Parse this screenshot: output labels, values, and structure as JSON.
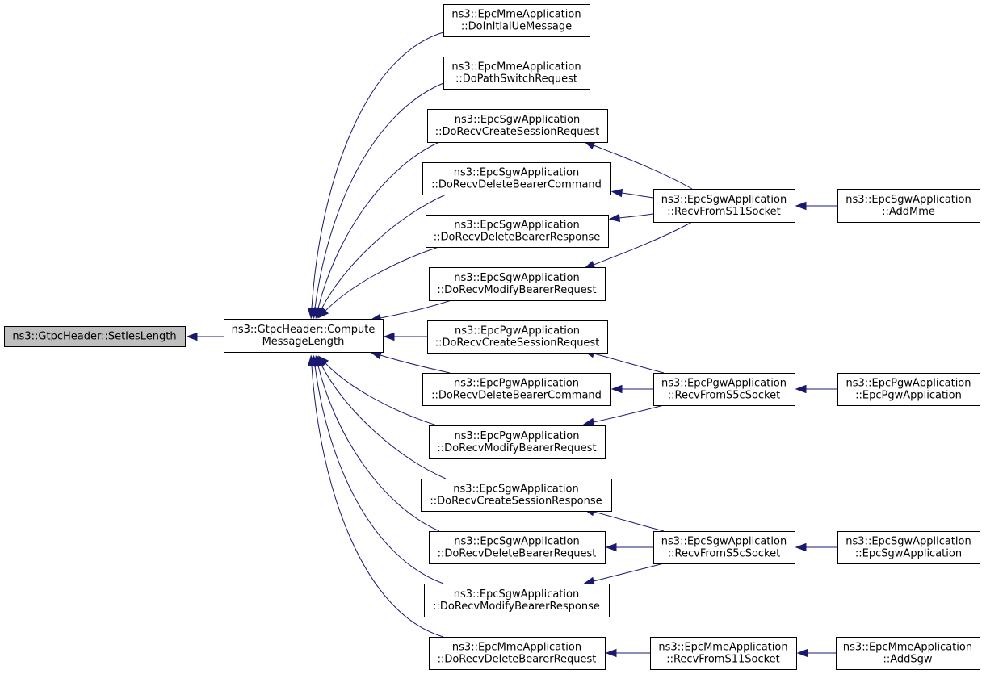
{
  "diagram": {
    "type": "call-graph",
    "edge_color": "#191970",
    "root_fill": "#bfbfbf",
    "nodes": [
      {
        "id": "setieslength",
        "lines": [
          "ns3::GtpcHeader::SetIesLength"
        ],
        "root": true
      },
      {
        "id": "compute",
        "lines": [
          "ns3::GtpcHeader::Compute",
          "MessageLength"
        ]
      },
      {
        "id": "mme_initial",
        "lines": [
          "ns3::EpcMmeApplication",
          "::DoInitialUeMessage"
        ]
      },
      {
        "id": "mme_pathswitch",
        "lines": [
          "ns3::EpcMmeApplication",
          "::DoPathSwitchRequest"
        ]
      },
      {
        "id": "sgw_createsessreq",
        "lines": [
          "ns3::EpcSgwApplication",
          "::DoRecvCreateSessionRequest"
        ]
      },
      {
        "id": "sgw_delbearercmd",
        "lines": [
          "ns3::EpcSgwApplication",
          "::DoRecvDeleteBearerCommand"
        ]
      },
      {
        "id": "sgw_delbearerresp",
        "lines": [
          "ns3::EpcSgwApplication",
          "::DoRecvDeleteBearerResponse"
        ]
      },
      {
        "id": "sgw_modbearerreq",
        "lines": [
          "ns3::EpcSgwApplication",
          "::DoRecvModifyBearerRequest"
        ]
      },
      {
        "id": "pgw_createsessreq",
        "lines": [
          "ns3::EpcPgwApplication",
          "::DoRecvCreateSessionRequest"
        ]
      },
      {
        "id": "pgw_delbearercmd",
        "lines": [
          "ns3::EpcPgwApplication",
          "::DoRecvDeleteBearerCommand"
        ]
      },
      {
        "id": "pgw_modbearerreq",
        "lines": [
          "ns3::EpcPgwApplication",
          "::DoRecvModifyBearerRequest"
        ]
      },
      {
        "id": "sgw_createsessresp",
        "lines": [
          "ns3::EpcSgwApplication",
          "::DoRecvCreateSessionResponse"
        ]
      },
      {
        "id": "sgw_delbearerreq",
        "lines": [
          "ns3::EpcSgwApplication",
          "::DoRecvDeleteBearerRequest"
        ]
      },
      {
        "id": "sgw_modbearerresp",
        "lines": [
          "ns3::EpcSgwApplication",
          "::DoRecvModifyBearerResponse"
        ]
      },
      {
        "id": "mme_delbearerreq",
        "lines": [
          "ns3::EpcMmeApplication",
          "::DoRecvDeleteBearerRequest"
        ]
      },
      {
        "id": "sgw_recvs11",
        "lines": [
          "ns3::EpcSgwApplication",
          "::RecvFromS11Socket"
        ]
      },
      {
        "id": "pgw_recvs5c",
        "lines": [
          "ns3::EpcPgwApplication",
          "::RecvFromS5cSocket"
        ]
      },
      {
        "id": "sgw_recvs5c",
        "lines": [
          "ns3::EpcSgwApplication",
          "::RecvFromS5cSocket"
        ]
      },
      {
        "id": "mme_recvs11",
        "lines": [
          "ns3::EpcMmeApplication",
          "::RecvFromS11Socket"
        ]
      },
      {
        "id": "sgw_addmme",
        "lines": [
          "ns3::EpcSgwApplication",
          "::AddMme"
        ]
      },
      {
        "id": "pgw_ctor",
        "lines": [
          "ns3::EpcPgwApplication",
          "::EpcPgwApplication"
        ]
      },
      {
        "id": "sgw_ctor",
        "lines": [
          "ns3::EpcSgwApplication",
          "::EpcSgwApplication"
        ]
      },
      {
        "id": "mme_addsgw",
        "lines": [
          "ns3::EpcMmeApplication",
          "::AddSgw"
        ]
      }
    ],
    "edges": [
      [
        "compute",
        "setieslength"
      ],
      [
        "mme_initial",
        "compute"
      ],
      [
        "mme_pathswitch",
        "compute"
      ],
      [
        "sgw_createsessreq",
        "compute"
      ],
      [
        "sgw_delbearercmd",
        "compute"
      ],
      [
        "sgw_delbearerresp",
        "compute"
      ],
      [
        "sgw_modbearerreq",
        "compute"
      ],
      [
        "pgw_createsessreq",
        "compute"
      ],
      [
        "pgw_delbearercmd",
        "compute"
      ],
      [
        "pgw_modbearerreq",
        "compute"
      ],
      [
        "sgw_createsessresp",
        "compute"
      ],
      [
        "sgw_delbearerreq",
        "compute"
      ],
      [
        "sgw_modbearerresp",
        "compute"
      ],
      [
        "mme_delbearerreq",
        "compute"
      ],
      [
        "sgw_recvs11",
        "sgw_createsessreq"
      ],
      [
        "sgw_recvs11",
        "sgw_delbearercmd"
      ],
      [
        "sgw_recvs11",
        "sgw_delbearerresp"
      ],
      [
        "sgw_recvs11",
        "sgw_modbearerreq"
      ],
      [
        "pgw_recvs5c",
        "pgw_createsessreq"
      ],
      [
        "pgw_recvs5c",
        "pgw_delbearercmd"
      ],
      [
        "pgw_recvs5c",
        "pgw_modbearerreq"
      ],
      [
        "sgw_recvs5c",
        "sgw_createsessresp"
      ],
      [
        "sgw_recvs5c",
        "sgw_delbearerreq"
      ],
      [
        "sgw_recvs5c",
        "sgw_modbearerresp"
      ],
      [
        "mme_recvs11",
        "mme_delbearerreq"
      ],
      [
        "sgw_addmme",
        "sgw_recvs11"
      ],
      [
        "pgw_ctor",
        "pgw_recvs5c"
      ],
      [
        "sgw_ctor",
        "sgw_recvs5c"
      ],
      [
        "mme_addsgw",
        "mme_recvs11"
      ]
    ]
  }
}
